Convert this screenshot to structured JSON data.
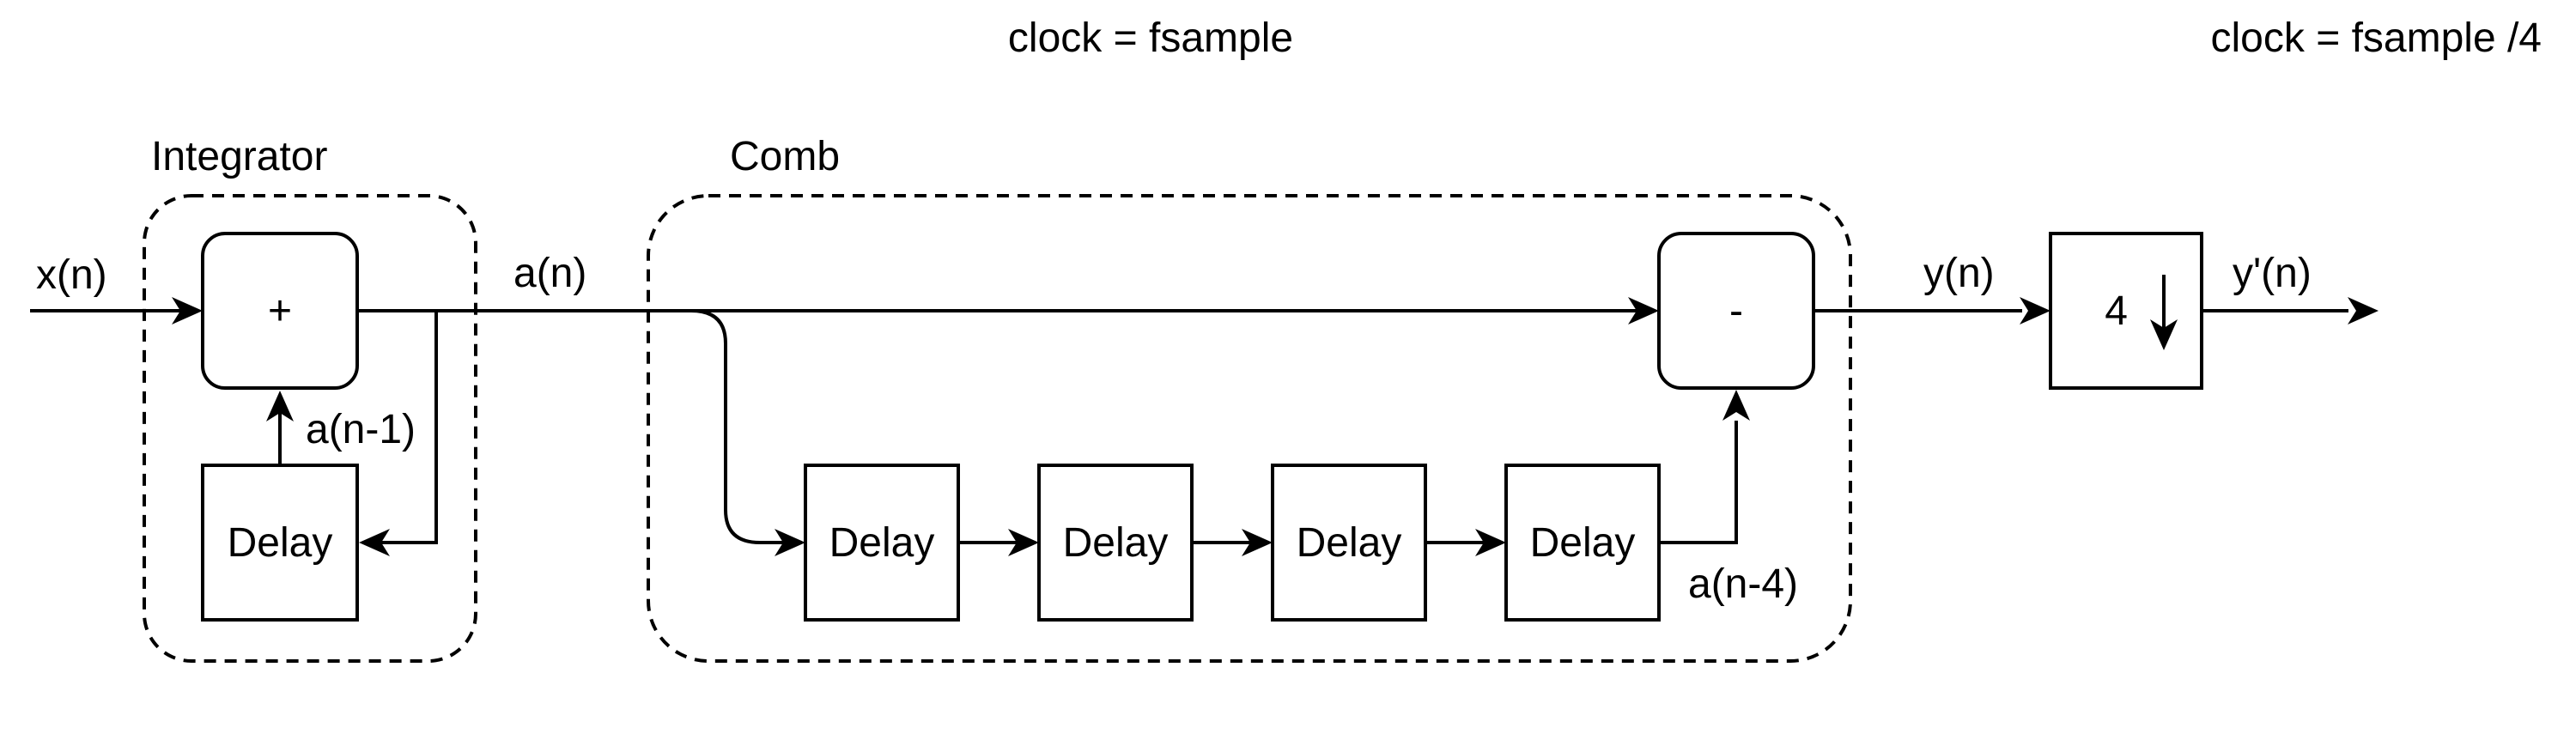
{
  "clock_labels": {
    "full_rate": "clock = fsample",
    "decimated_rate": "clock = fsample /4"
  },
  "groups": {
    "integrator": "Integrator",
    "comb": "Comb"
  },
  "blocks": {
    "adder": "+",
    "subtractor": "-",
    "integrator_delay": "Delay",
    "comb_delays": [
      "Delay",
      "Delay",
      "Delay",
      "Delay"
    ],
    "decimator_factor": "4"
  },
  "signals": {
    "input": "x(n)",
    "integrator_out": "a(n)",
    "feedback": "a(n-1)",
    "comb_delayed": "a(n-4)",
    "comb_out": "y(n)",
    "output": "y'(n)"
  }
}
